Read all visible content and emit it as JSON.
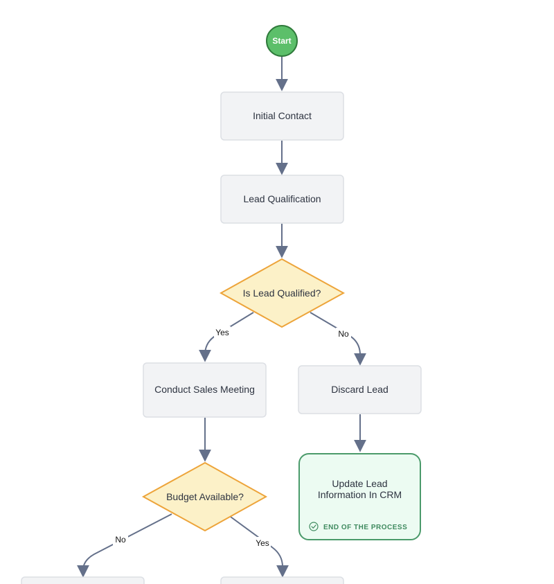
{
  "flowchart": {
    "start": {
      "label": "Start"
    },
    "nodes": {
      "initial_contact": "Initial Contact",
      "lead_qualification": "Lead Qualification",
      "is_lead_qualified": "Is Lead Qualified?",
      "conduct_sales_meeting": "Conduct Sales Meeting",
      "discard_lead": "Discard Lead",
      "update_lead_line1": "Update Lead",
      "update_lead_line2": "Information In CRM",
      "budget_available": "Budget Available?"
    },
    "end_badge": "END OF THE PROCESS",
    "edge_labels": {
      "qualified_yes": "Yes",
      "qualified_no": "No",
      "budget_no": "No",
      "budget_yes": "Yes"
    }
  },
  "colors": {
    "process_fill": "#f2f3f5",
    "process_stroke": "#dcdfe4",
    "decision_fill": "#fcf1c8",
    "decision_stroke": "#eda43a",
    "start_fill": "#5cbf6a",
    "start_stroke": "#2f7a3b",
    "end_fill": "#ecfbf2",
    "end_stroke": "#4a9a6a",
    "edge": "#64708a"
  }
}
